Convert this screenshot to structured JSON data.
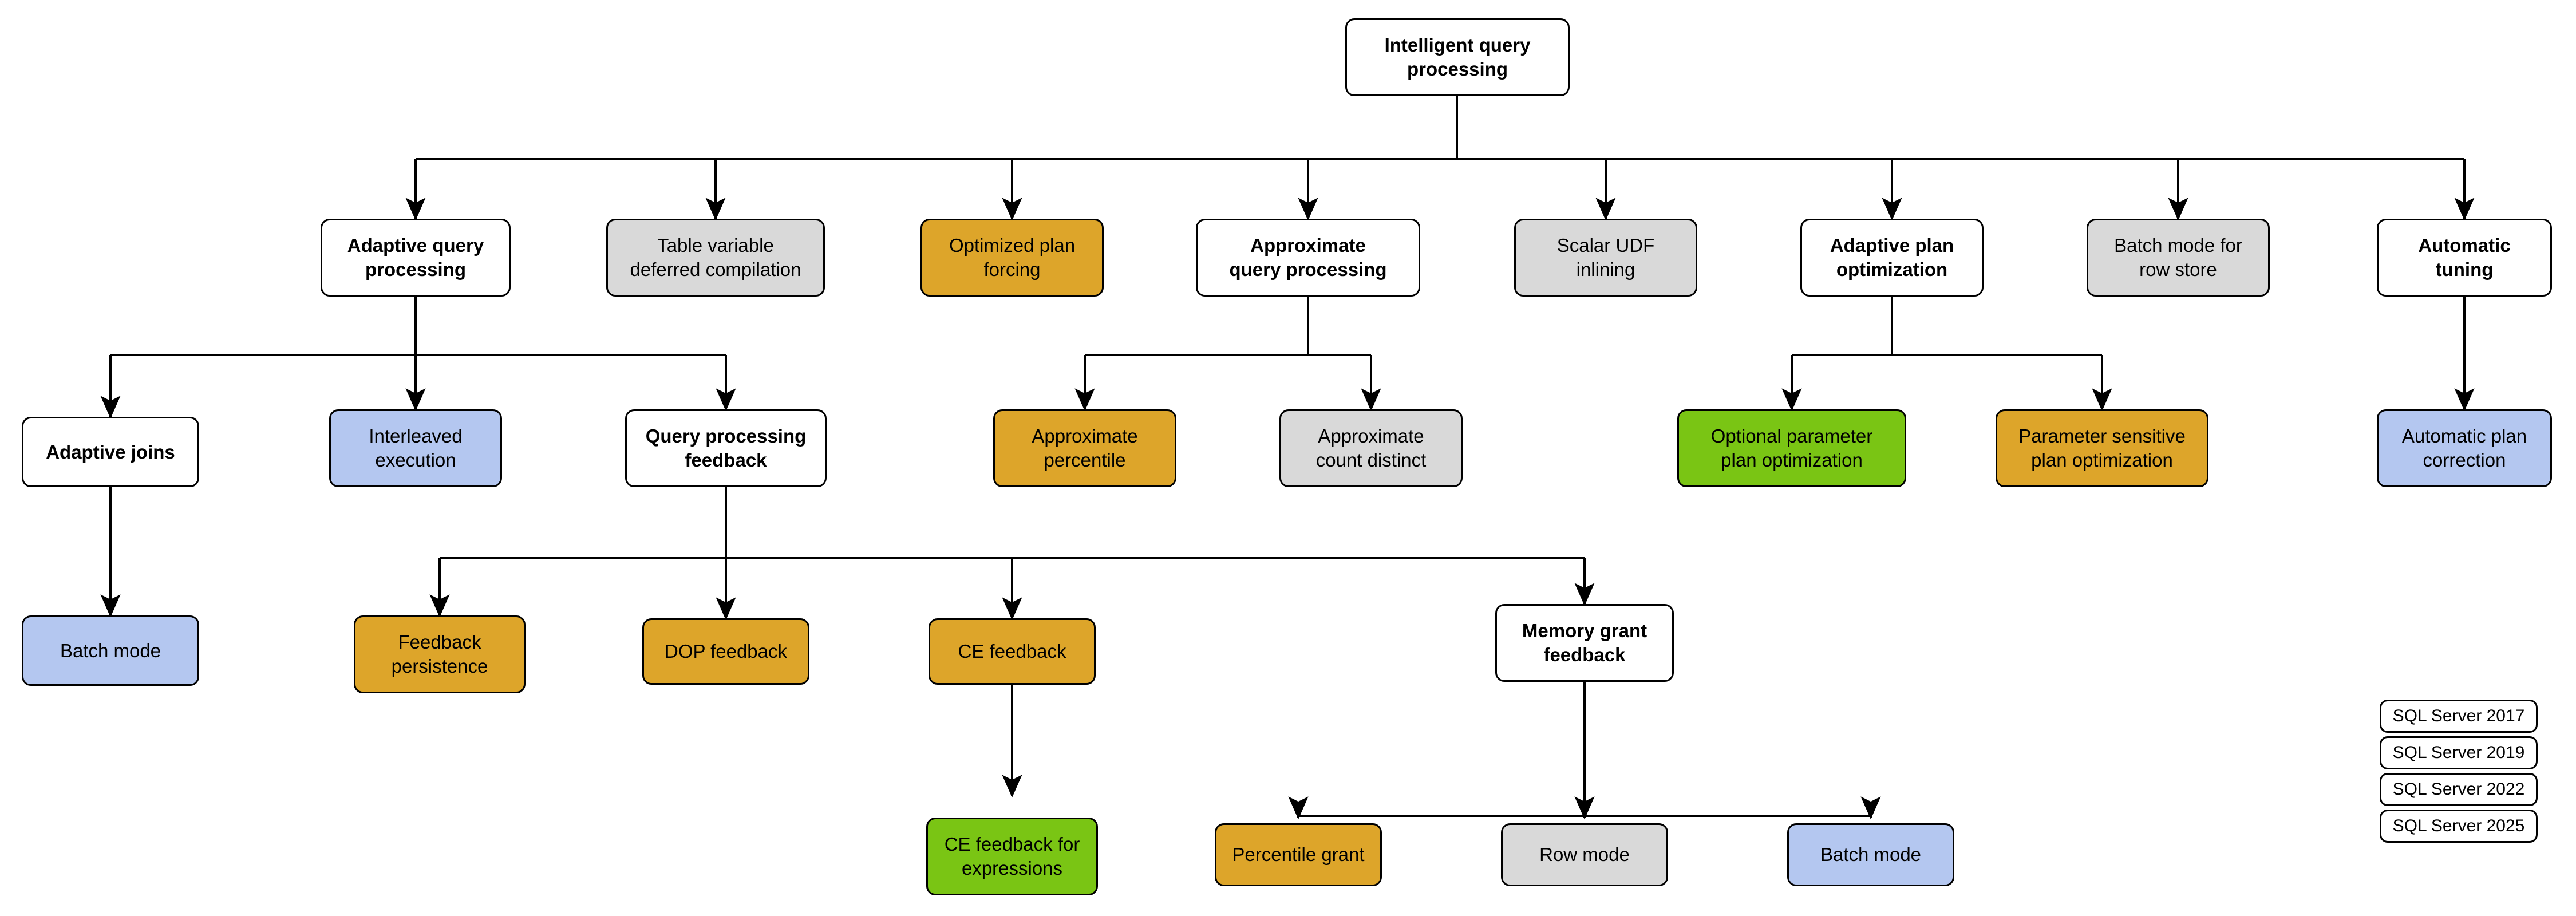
{
  "diagram": {
    "title": "Intelligent query processing",
    "type": "tree-diagram",
    "background": "#ffffff",
    "edge_color": "#000000"
  },
  "legend": {
    "name": "sql-server-version-legend",
    "items": [
      {
        "label": "SQL Server 2017",
        "color": "#b4c7f0",
        "style": "y2017"
      },
      {
        "label": "SQL Server 2019",
        "color": "#d9d9d9",
        "style": "y2019"
      },
      {
        "label": "SQL Server 2022",
        "color": "#dda52a",
        "style": "y2022"
      },
      {
        "label": "SQL Server 2025",
        "color": "#7ac514",
        "style": "y2025"
      }
    ]
  },
  "nodes": {
    "root": {
      "label": "Intelligent query\nprocessing",
      "style": "root"
    },
    "adaptive_query_processing": {
      "label": "Adaptive query\nprocessing",
      "style": "plain"
    },
    "table_variable_deferred_compilation": {
      "label": "Table variable\ndeferred compilation",
      "style": "y2019"
    },
    "optimized_plan_forcing": {
      "label": "Optimized plan\nforcing",
      "style": "y2022"
    },
    "approximate_query_processing": {
      "label": "Approximate\nquery processing",
      "style": "plain"
    },
    "scalar_udf_inlining": {
      "label": "Scalar UDF\ninlining",
      "style": "y2019"
    },
    "adaptive_plan_optimization": {
      "label": "Adaptive plan\noptimization",
      "style": "plain"
    },
    "batch_mode_for_row_store": {
      "label": "Batch mode for\nrow store",
      "style": "y2019"
    },
    "automatic_tuning": {
      "label": "Automatic\ntuning",
      "style": "plain"
    },
    "adaptive_joins": {
      "label": "Adaptive joins",
      "style": "plain"
    },
    "interleaved_execution": {
      "label": "Interleaved\nexecution",
      "style": "y2017"
    },
    "query_processing_feedback": {
      "label": "Query processing\nfeedback",
      "style": "plain"
    },
    "approximate_percentile": {
      "label": "Approximate\npercentile",
      "style": "y2022"
    },
    "approximate_count_distinct": {
      "label": "Approximate\ncount distinct",
      "style": "y2019"
    },
    "optional_parameter_plan_optimization": {
      "label": "Optional parameter\nplan optimization",
      "style": "y2025"
    },
    "parameter_sensitive_plan_optimization": {
      "label": "Parameter sensitive\nplan optimization",
      "style": "y2022"
    },
    "automatic_plan_correction": {
      "label": "Automatic plan\ncorrection",
      "style": "y2017"
    },
    "batch_mode_adaptive_joins": {
      "label": "Batch mode",
      "style": "y2017"
    },
    "feedback_persistence": {
      "label": "Feedback\npersistence",
      "style": "y2022"
    },
    "dop_feedback": {
      "label": "DOP feedback",
      "style": "y2022"
    },
    "ce_feedback": {
      "label": "CE feedback",
      "style": "y2022"
    },
    "memory_grant_feedback": {
      "label": "Memory grant\nfeedback",
      "style": "plain"
    },
    "ce_feedback_for_expressions": {
      "label": "CE feedback for\nexpressions",
      "style": "y2025"
    },
    "percentile_grant": {
      "label": "Percentile grant",
      "style": "y2022"
    },
    "row_mode": {
      "label": "Row mode",
      "style": "y2019"
    },
    "batch_mode_memory_grant": {
      "label": "Batch mode",
      "style": "y2017"
    }
  },
  "edges": [
    {
      "from": "root",
      "to": "adaptive_query_processing"
    },
    {
      "from": "root",
      "to": "table_variable_deferred_compilation"
    },
    {
      "from": "root",
      "to": "optimized_plan_forcing"
    },
    {
      "from": "root",
      "to": "approximate_query_processing"
    },
    {
      "from": "root",
      "to": "scalar_udf_inlining"
    },
    {
      "from": "root",
      "to": "adaptive_plan_optimization"
    },
    {
      "from": "root",
      "to": "batch_mode_for_row_store"
    },
    {
      "from": "root",
      "to": "automatic_tuning"
    },
    {
      "from": "adaptive_query_processing",
      "to": "adaptive_joins"
    },
    {
      "from": "adaptive_query_processing",
      "to": "interleaved_execution"
    },
    {
      "from": "adaptive_query_processing",
      "to": "query_processing_feedback"
    },
    {
      "from": "approximate_query_processing",
      "to": "approximate_percentile"
    },
    {
      "from": "approximate_query_processing",
      "to": "approximate_count_distinct"
    },
    {
      "from": "adaptive_plan_optimization",
      "to": "optional_parameter_plan_optimization"
    },
    {
      "from": "adaptive_plan_optimization",
      "to": "parameter_sensitive_plan_optimization"
    },
    {
      "from": "automatic_tuning",
      "to": "automatic_plan_correction"
    },
    {
      "from": "adaptive_joins",
      "to": "batch_mode_adaptive_joins"
    },
    {
      "from": "query_processing_feedback",
      "to": "feedback_persistence"
    },
    {
      "from": "query_processing_feedback",
      "to": "dop_feedback"
    },
    {
      "from": "query_processing_feedback",
      "to": "ce_feedback"
    },
    {
      "from": "query_processing_feedback",
      "to": "memory_grant_feedback"
    },
    {
      "from": "ce_feedback",
      "to": "ce_feedback_for_expressions"
    },
    {
      "from": "memory_grant_feedback",
      "to": "percentile_grant"
    },
    {
      "from": "memory_grant_feedback",
      "to": "row_mode"
    },
    {
      "from": "memory_grant_feedback",
      "to": "batch_mode_memory_grant"
    }
  ]
}
